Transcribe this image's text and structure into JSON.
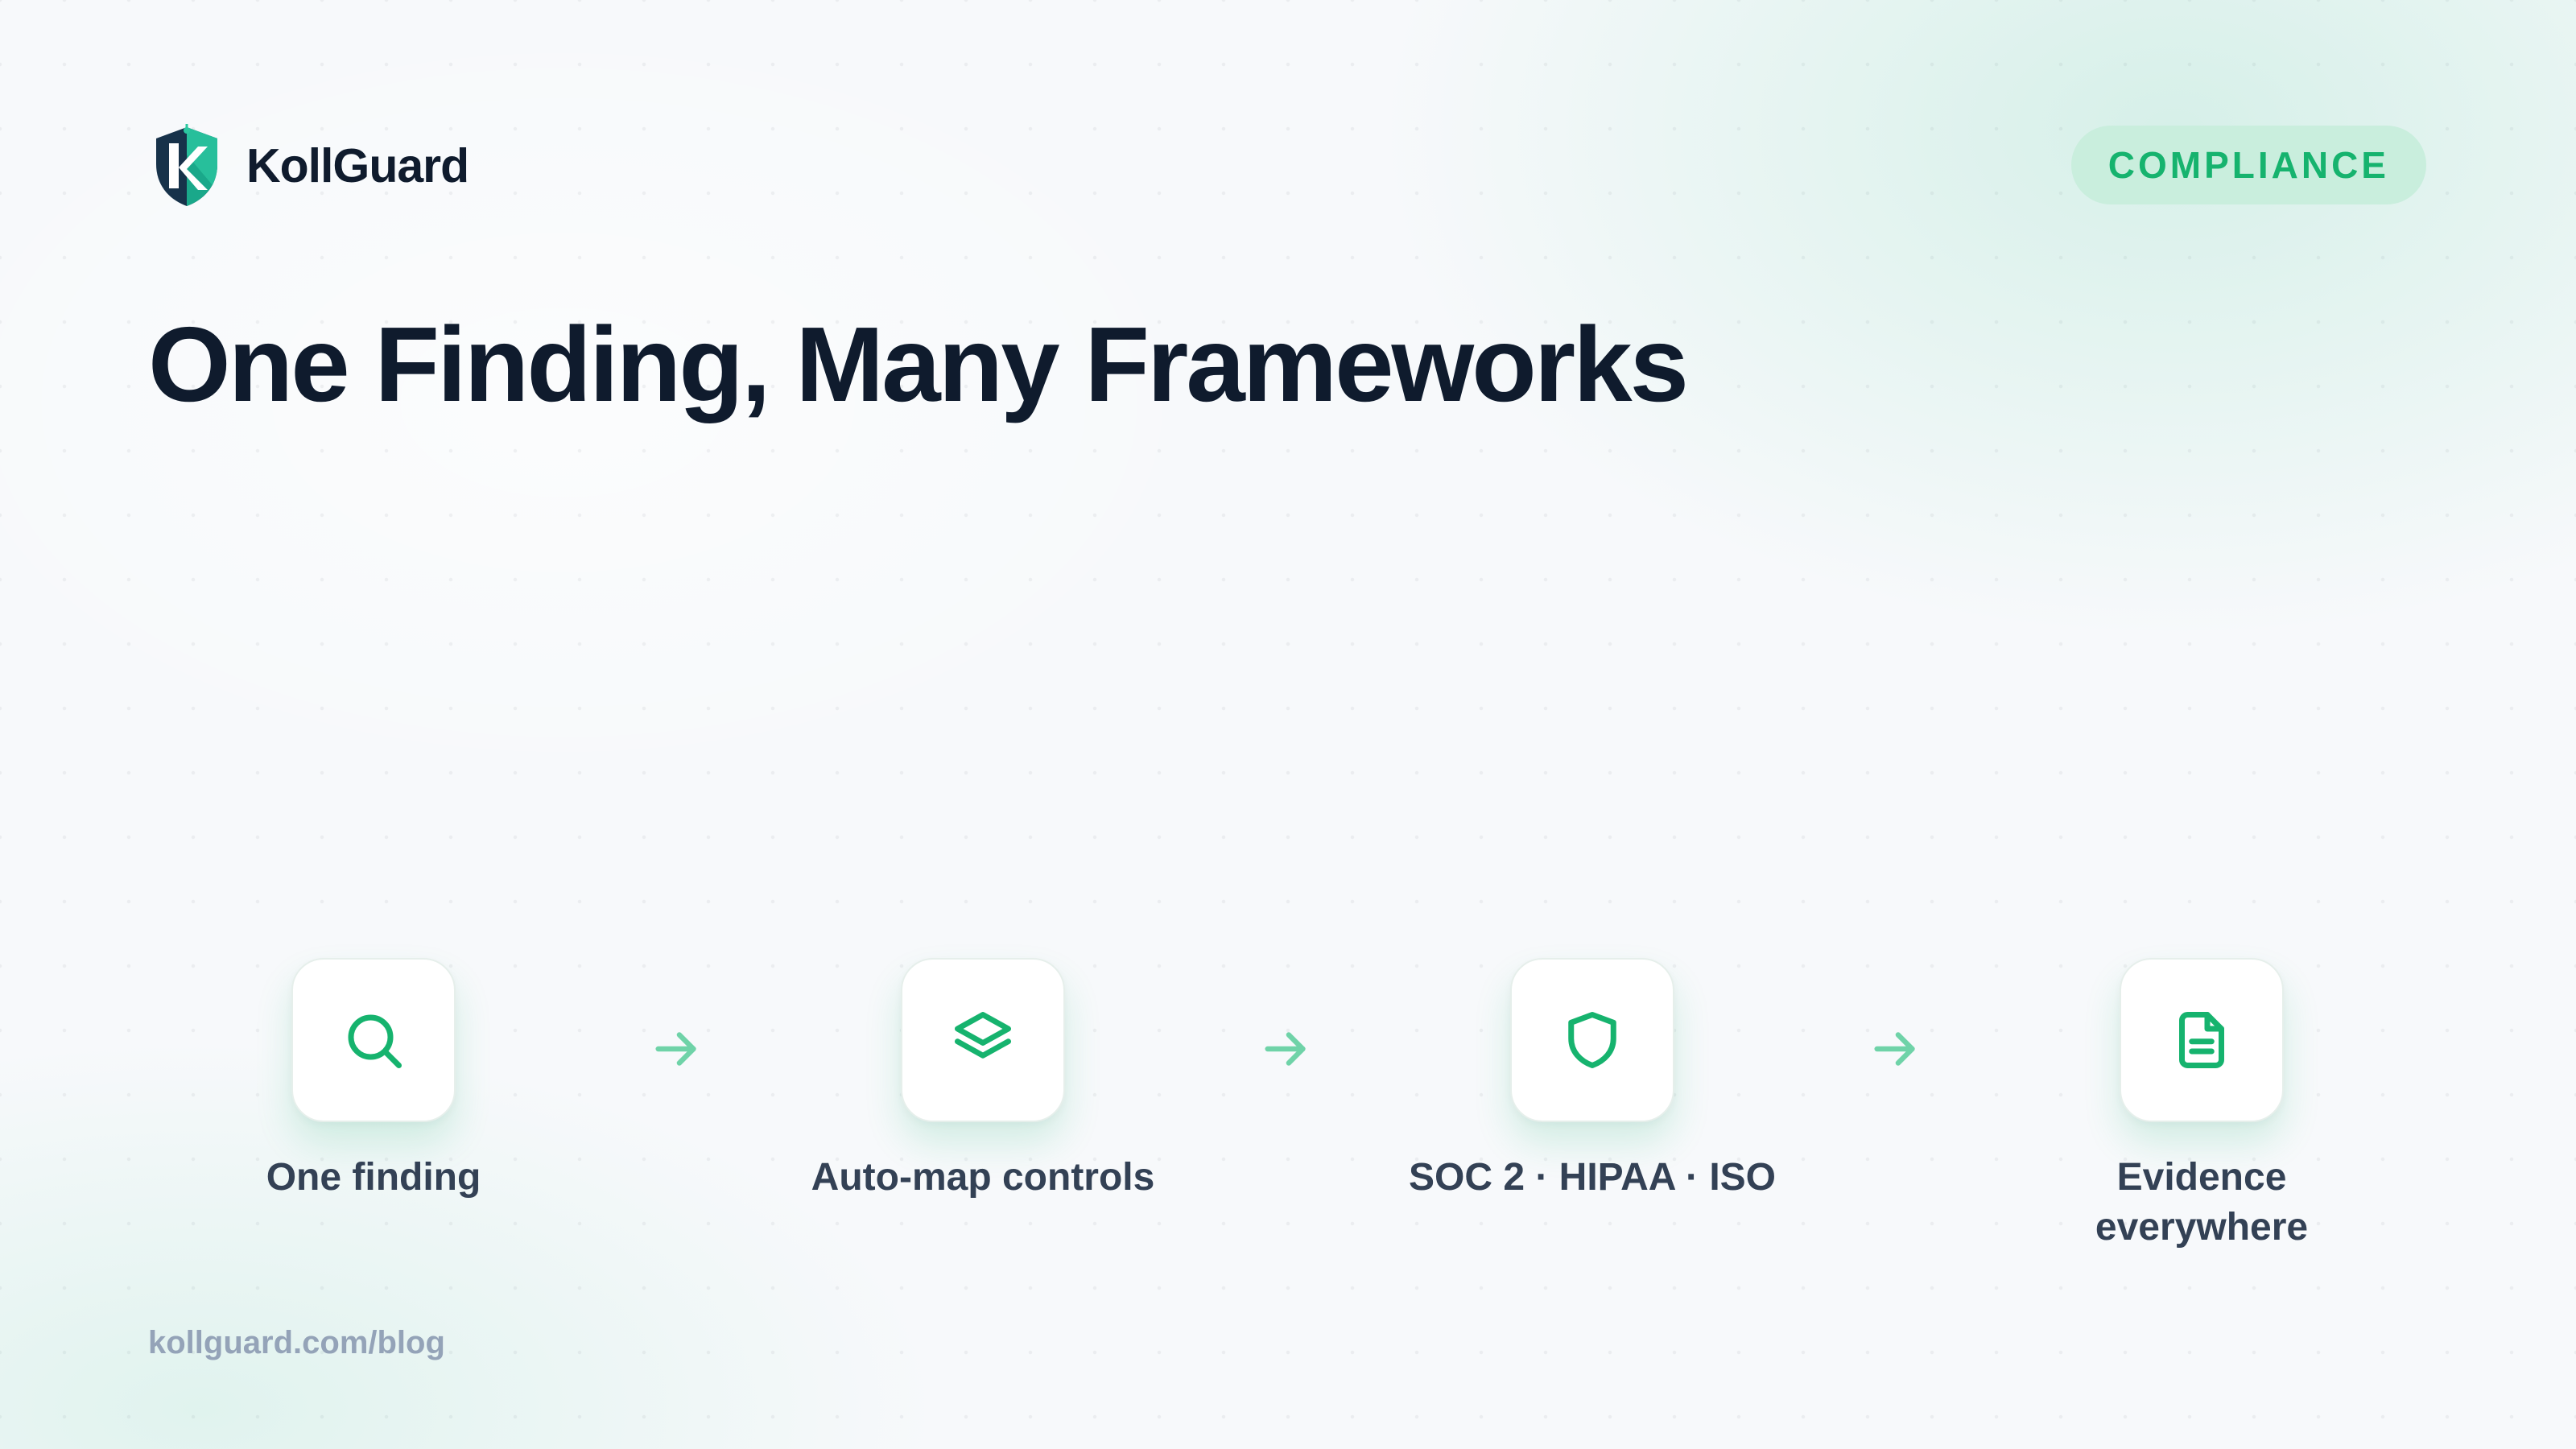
{
  "brand": {
    "name": "KollGuard",
    "logo_icon": "kollguard-shield-logo"
  },
  "badge": {
    "label": "COMPLIANCE"
  },
  "title": "One Finding, Many Frameworks",
  "steps": [
    {
      "label": "One finding",
      "icon": "search-icon"
    },
    {
      "label": "Auto-map controls",
      "icon": "layers-icon"
    },
    {
      "label": "SOC 2 · HIPAA · ISO",
      "icon": "shield-icon"
    },
    {
      "label": "Evidence\neverywhere",
      "icon": "document-icon"
    }
  ],
  "arrow_icon": "arrow-right-icon",
  "footer": {
    "url": "kollguard.com/blog"
  },
  "colors": {
    "accent": "#16b36e",
    "badge_background": "#c9eedd",
    "title": "#0f1b2d",
    "label": "#334155",
    "muted": "#94a3b8",
    "arrow": "#6fd3a8"
  }
}
